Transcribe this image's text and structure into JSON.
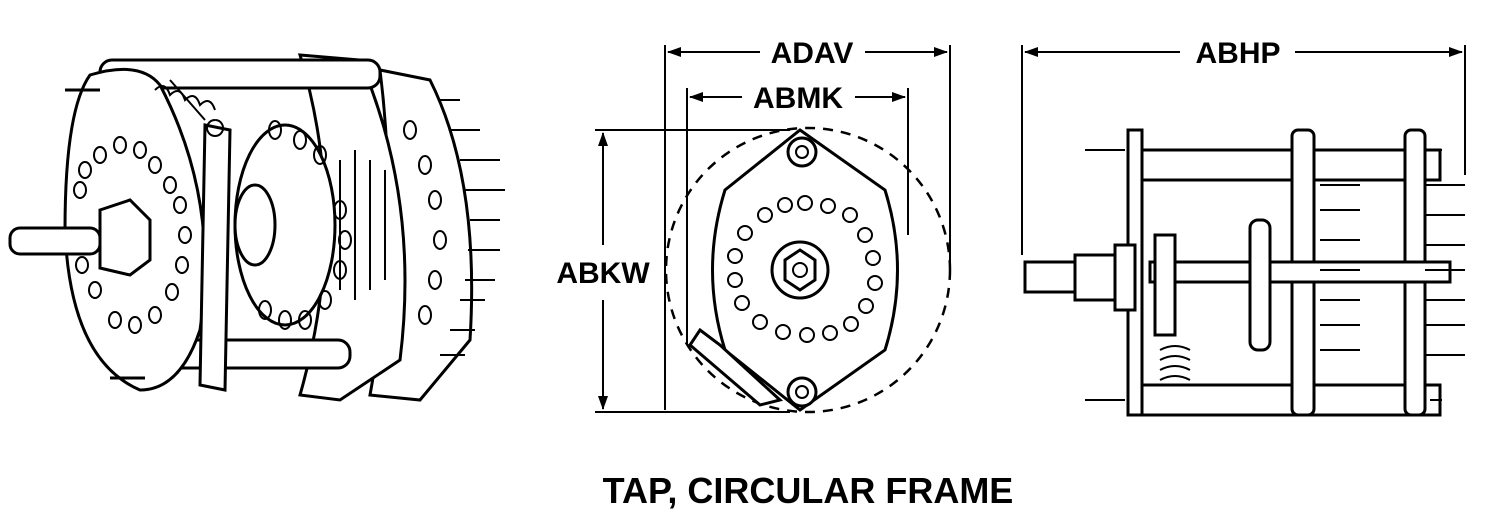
{
  "title": "TAP, CIRCULAR FRAME",
  "dimensions": {
    "adav": "ADAV",
    "abmk": "ABMK",
    "abkw": "ABKW",
    "abhp": "ABHP"
  },
  "colors": {
    "line": "#000000",
    "background": "#ffffff"
  }
}
